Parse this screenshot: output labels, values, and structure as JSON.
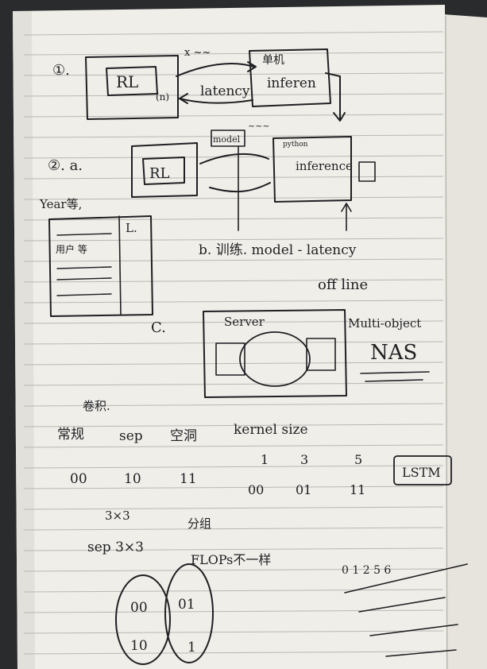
{
  "notes": {
    "sec1": {
      "num": "①.",
      "rl": "RL",
      "top_note": "x ~~",
      "side_note": "(n)",
      "arrow_label": "latency",
      "right_top": "单机",
      "right_main": "inferen"
    },
    "sec2": {
      "num": "②. a.",
      "model": "model",
      "model_note": "~~~",
      "rl": "RL",
      "python": "python",
      "inference": "inference",
      "year_note": "Year等,",
      "l_label": "L.",
      "list_line": "用户 等",
      "b_label": "b. 训练. model - latency",
      "offline": "off line"
    },
    "sec3": {
      "c_label": "C.",
      "server": "Server",
      "multi": "Multi-object",
      "nas": "NAS"
    },
    "sec4": {
      "header": "卷积.",
      "labels": [
        "常规",
        "sep",
        "空洞"
      ],
      "kernel": "kernel size",
      "kernel_vals": [
        "1",
        "3",
        "5"
      ],
      "bits": [
        "00",
        "10",
        "11"
      ],
      "bits2": [
        "00",
        "01",
        "11"
      ],
      "lstm": "LSTM",
      "k33": "3×3",
      "group": "分组",
      "sep33": "sep 3×3",
      "flops": "FLOPs不一样",
      "seq": "0 1 2 5 6",
      "circle_a": "00",
      "circle_b": "10",
      "circle_c": "01",
      "circle_d": "1"
    }
  }
}
